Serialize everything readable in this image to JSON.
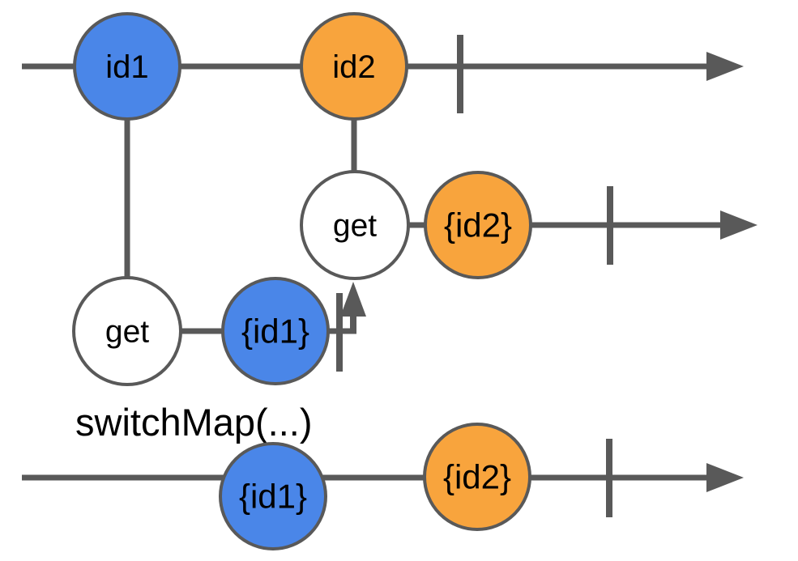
{
  "diagram": {
    "kind": "marble-diagram",
    "operator_label": "switchMap(...)"
  },
  "colors": {
    "blue": "#4A86E8",
    "orange": "#F8A43D",
    "white": "#FFFFFF",
    "line_gray": "#595959",
    "text": "#000000"
  },
  "source_timeline": {
    "events": [
      {
        "label": "id1",
        "color": "#4A86E8"
      },
      {
        "label": "id2",
        "color": "#F8A43D"
      }
    ]
  },
  "inner_timeline_1": {
    "events": [
      {
        "label": "get",
        "color": "#FFFFFF"
      },
      {
        "label": "{id1}",
        "color": "#4A86E8"
      }
    ]
  },
  "inner_timeline_2": {
    "events": [
      {
        "label": "get",
        "color": "#FFFFFF"
      },
      {
        "label": "{id2}",
        "color": "#F8A43D"
      }
    ]
  },
  "output_timeline": {
    "events": [
      {
        "label": "{id1}",
        "color": "#4A86E8"
      },
      {
        "label": "{id2}",
        "color": "#F8A43D"
      }
    ]
  },
  "icons": {
    "timeline_arrow": "right-arrowhead",
    "complete_tick": "vertical-bar",
    "switch_arrow": "up-arrowhead"
  }
}
